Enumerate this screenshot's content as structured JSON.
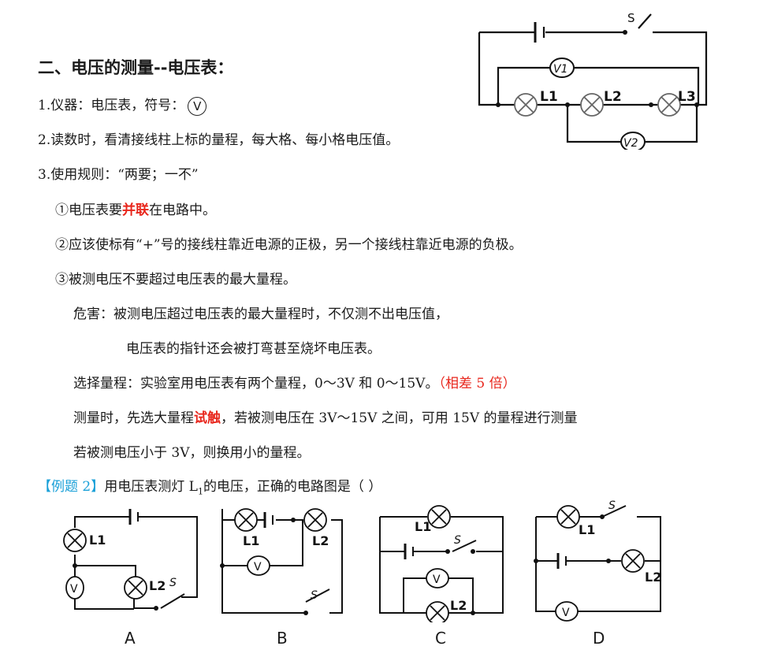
{
  "heading": "二、电压的测量--电压表：",
  "item1": {
    "text": "1.仪器：电压表，符号：",
    "symbol": "V"
  },
  "item2": "2.读数时，看清接线柱上标的量程，每大格、每小格电压值。",
  "item3": "3.使用规则：“两要；一不”",
  "rule1": {
    "before": "①电压表要",
    "highlight": "并联",
    "after": "在电路中。"
  },
  "rule2": "②应该使标有“+”号的接线柱靠近电源的正极，另一个接线柱靠近电源的负极。",
  "rule3": "③被测电压不要超过电压表的最大量程。",
  "harm1": "危害：被测电压超过电压表的最大量程时，不仅测不出电压值，",
  "harm2": "电压表的指针还会被打弯甚至烧坏电压表。",
  "range": {
    "text": "选择量程：实验室用电压表有两个量程，0～3V 和 0～15V。",
    "note": "（相差 5 倍）"
  },
  "measure1": {
    "before": "测量时，先选大量程",
    "highlight": "试触",
    "after": "，若被测电压在 3V～15V 之间，可用 15V 的量程进行测量"
  },
  "measure2": "若被测电压小于 3V，则换用小的量程。",
  "example": {
    "tag": "【例题 2】",
    "before": "用电压表测灯 L",
    "sub": "1",
    "after": "的电压，正确的电路图是（        ）"
  },
  "top_circuit": {
    "switch": "S",
    "v1": "V1",
    "v2": "V2",
    "l1": "L1",
    "l2": "L2",
    "l3": "L3"
  },
  "circuits": [
    {
      "label": "A",
      "lamps": [
        "L1",
        "L2"
      ],
      "switch": "S",
      "meter": "V"
    },
    {
      "label": "B",
      "lamps": [
        "L1",
        "L2"
      ],
      "switch": "S",
      "meter": "V"
    },
    {
      "label": "C",
      "lamps": [
        "L1",
        "L2"
      ],
      "switch": "S",
      "meter": "V"
    },
    {
      "label": "D",
      "lamps": [
        "L1",
        "L2"
      ],
      "switch": "S",
      "meter": "V"
    }
  ],
  "colors": {
    "highlight": "#e8261c",
    "example_tag": "#1aa0d8"
  }
}
